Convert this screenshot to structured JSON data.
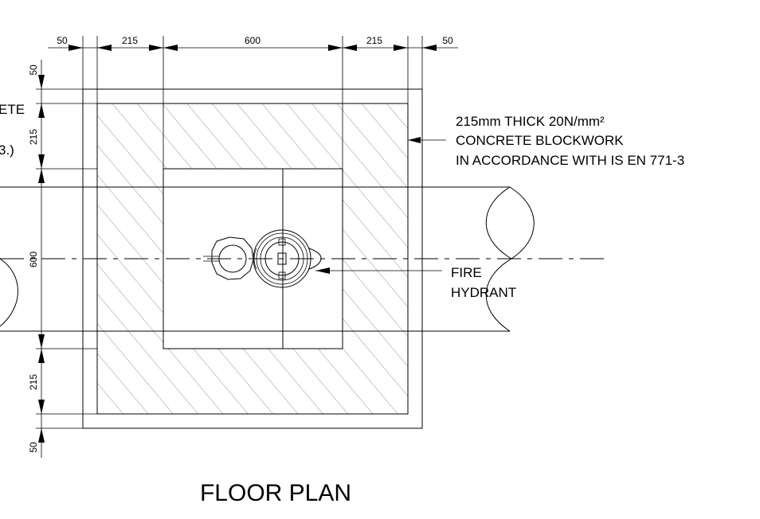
{
  "dimensions": {
    "top": [
      "50",
      "215",
      "600",
      "215",
      "50"
    ],
    "left": [
      "50",
      "215",
      "600",
      "215",
      "50"
    ]
  },
  "labels": {
    "left_cut_1": "ETE",
    "left_cut_2": "3.)",
    "blockwork_note": [
      "215mm THICK 20N/mm²",
      "CONCRETE BLOCKWORK",
      "IN ACCORDANCE WITH IS EN 771-3"
    ],
    "hydrant_note": [
      "FIRE",
      "HYDRANT"
    ]
  },
  "title": "FLOOR PLAN"
}
